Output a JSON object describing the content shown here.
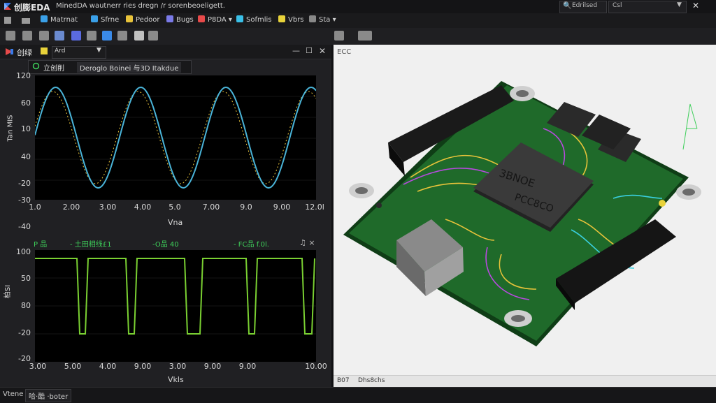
{
  "app": {
    "title": "创膨EDA",
    "document_title": "MinedDA  wautnerr ries dregn /r sorenbeoeligett."
  },
  "titlebar": {
    "search_text": "Edrilsed",
    "select_text": "Csl",
    "close_glyph": "✕"
  },
  "menu": {
    "items": [
      {
        "label": "Matrnat",
        "icon_color": "#3aa0e8"
      },
      {
        "label": "Sfrne",
        "icon_color": "#3aa0e8"
      },
      {
        "label": "Pedoor",
        "icon_color": "#e8c33a"
      },
      {
        "label": "Bugs",
        "icon_color": "#7a7ae8"
      },
      {
        "label": "P8DA ▾",
        "icon_color": "#e84a4a"
      },
      {
        "label": "Sofmlis",
        "icon_color": "#3ac0e8"
      },
      {
        "label": "Vbrs",
        "icon_color": "#e8d23a"
      },
      {
        "label": "Sta ▾",
        "icon_color": "#888888"
      }
    ]
  },
  "left_panel": {
    "title": "创绿",
    "dropdown_value": "Ard",
    "min_glyph": "—",
    "max_glyph": "☐",
    "close_glyph": "✕",
    "sim_tab1": "立创削",
    "sim_tab2": "Deroglo Boinei 与3D Itakdue"
  },
  "plot_top": {
    "y_label": "Tan MIS",
    "y_ticks": [
      "120",
      "60",
      "10",
      "40",
      "-20",
      "-30",
      "-40"
    ],
    "x_ticks": [
      "1.0",
      "2.00",
      "3.00",
      "4.00",
      "5.0",
      "7.00",
      "9.0",
      "9.00",
      "12.0l"
    ],
    "x_label": "Vna",
    "series_color": "#4ab4d8",
    "ref_color": "#e8c33a"
  },
  "plot_bottom": {
    "y_label": "柏SI",
    "y_ticks": [
      "100",
      "50",
      "80",
      "-20",
      "-20"
    ],
    "x_ticks": [
      "3.00",
      "5.00",
      "4.00",
      "9.00",
      "3.00",
      "9.00",
      "9.00",
      "10.00"
    ],
    "x_label": "Vkls",
    "legend": [
      "P 品",
      "- 土田相线£1",
      "-O品  40",
      "- FC品 f.0l."
    ],
    "legend_close": "♫ ×",
    "series_color": "#7ad032"
  },
  "view3d": {
    "label": "ECC",
    "chip_text_1": "3BNOE",
    "chip_text_2": "PCC8CO",
    "status_left": "B07",
    "status_right": "Dhs8chs",
    "colors": {
      "board": "#1f6a2a",
      "board_edge": "#0f3d16",
      "trace_yellow": "#e8c33a",
      "trace_purple": "#b84ae0",
      "trace_cyan": "#3ad0e0"
    }
  },
  "statusbar": {
    "left": "Vtene",
    "right": "哈·酷 ·boter"
  }
}
